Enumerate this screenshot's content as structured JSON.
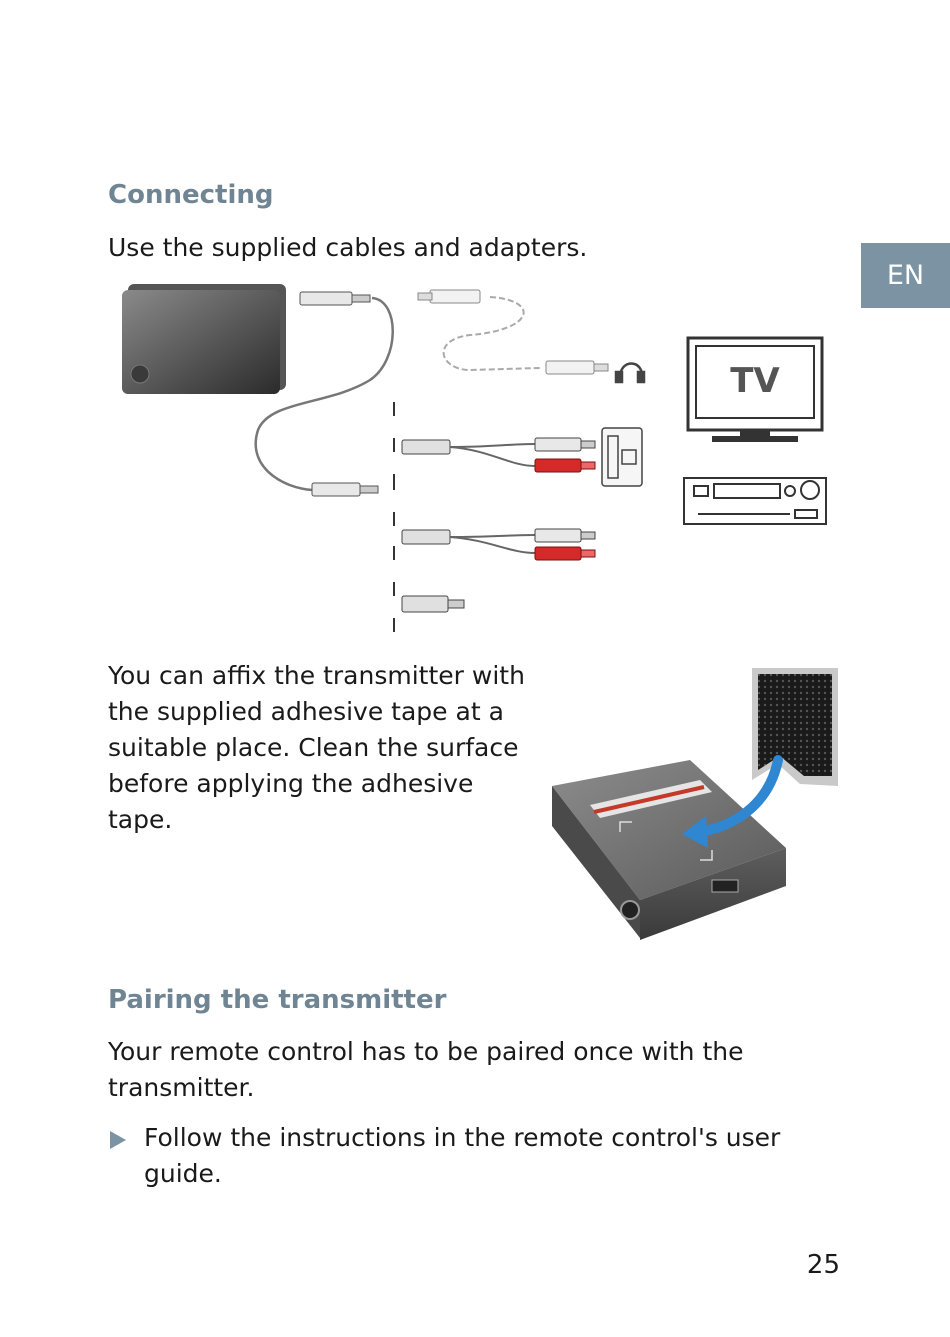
{
  "sections": {
    "connecting": {
      "heading": "Connecting",
      "intro": "Use the supplied cables and adapters."
    },
    "affix": {
      "text": "You can affix the transmitter with the supplied adhesive tape at a suitable place. Clean the surface before applying the adhesive tape."
    },
    "pairing": {
      "heading": "Pairing the transmitter",
      "text": "Your remote control has to be paired once with the transmitter.",
      "step": "Follow the instructions in the remote control's user guide."
    }
  },
  "figure_connecting": {
    "tv_label": "TV"
  },
  "language_tab": "EN",
  "page_number": "25",
  "colors": {
    "heading": "#6f8593",
    "tab": "#7b93a3",
    "red_plug": "#d62a2a",
    "arrow": "#2f86d1"
  },
  "icons": {
    "bullet": "triangle-right-icon",
    "headphones": "headphones-icon"
  }
}
